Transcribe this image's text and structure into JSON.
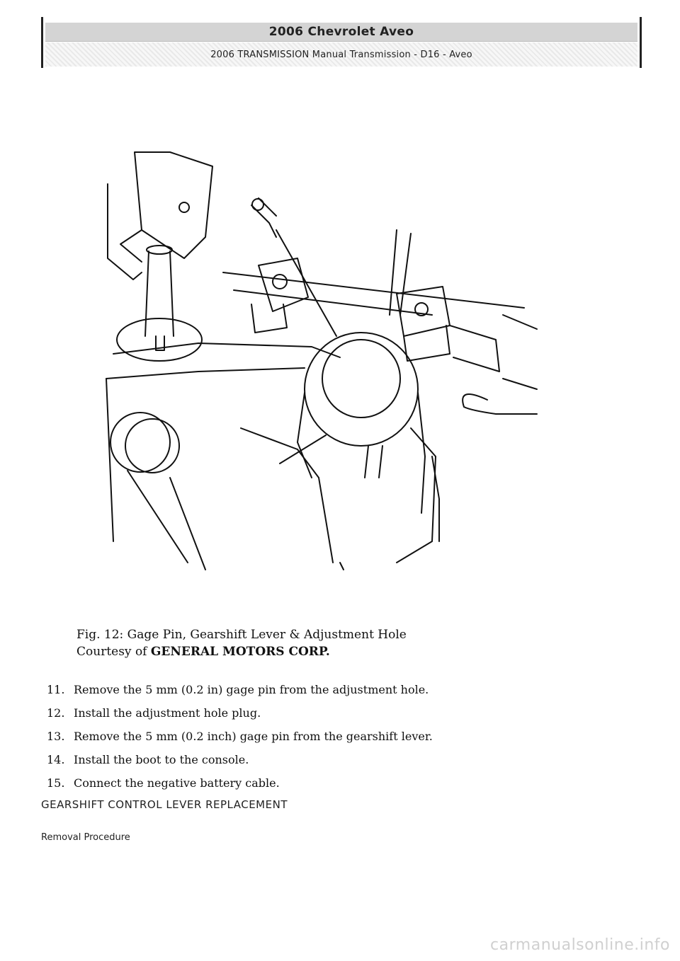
{
  "header": {
    "title": "2006 Chevrolet Aveo",
    "subtitle": "2006 TRANSMISSION Manual Transmission - D16 - Aveo"
  },
  "figure": {
    "caption": "Fig. 12: Gage Pin, Gearshift Lever & Adjustment Hole",
    "credit_prefix": "Courtesy of",
    "credit_org": "GENERAL MOTORS CORP."
  },
  "steps": [
    {
      "num": "11.",
      "text": "Remove the 5 mm (0.2 in) gage pin from the adjustment hole."
    },
    {
      "num": "12.",
      "text": "Install the adjustment hole plug."
    },
    {
      "num": "13.",
      "text": "Remove the 5 mm (0.2 inch) gage pin from the gearshift lever."
    },
    {
      "num": "14.",
      "text": "Install the boot to the console."
    },
    {
      "num": "15.",
      "text": "Connect the negative battery cable."
    }
  ],
  "section_heading": "GEARSHIFT CONTROL LEVER REPLACEMENT",
  "sub_heading": "Removal Procedure",
  "watermark": "carmanualsonline.info"
}
